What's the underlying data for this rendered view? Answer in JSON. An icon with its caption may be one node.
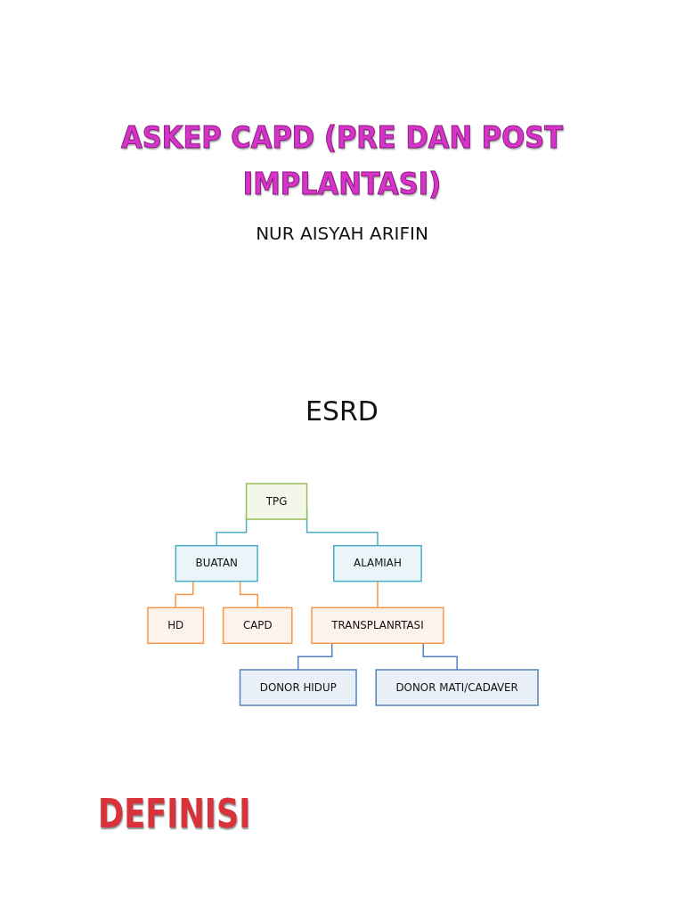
{
  "diagram": {
    "title": "ASKEP CAPD (PRE DAN POST IMPLANTASI)",
    "nodes": [
      {
        "text": [
          "TPG"
        ]
      },
      {
        "text": [
          "BUATAN"
        ]
      },
      {
        "text": [
          "ALAMIAH"
        ]
      },
      {
        "text": [
          "HD"
        ]
      },
      {
        "text": [
          "CAPD"
        ]
      },
      {
        "text": [
          "TRANSPLANRTASI"
        ]
      },
      {
        "text": [
          "DONOR HIDUP"
        ]
      },
      {
        "text": [
          "DONOR MATI/CADAVER"
        ]
      }
    ],
    "edges": [
      {
        "from": 0,
        "to": 1,
        "arrow": "none",
        "color": "#4bacc6"
      },
      {
        "from": 0,
        "to": 2,
        "arrow": "none",
        "color": "#4bacc6"
      },
      {
        "from": 1,
        "to": 3,
        "arrow": "none",
        "color": "#f79646"
      },
      {
        "from": 1,
        "to": 4,
        "arrow": "none",
        "color": "#f79646"
      },
      {
        "from": 2,
        "to": 5,
        "arrow": "none",
        "color": "#f79646"
      },
      {
        "from": 5,
        "to": 6,
        "arrow": "none",
        "color": "#4f81bd"
      },
      {
        "from": 5,
        "to": 7,
        "arrow": "none",
        "color": "#4f81bd"
      }
    ],
    "labels": [
      "NUR AISYAH ARIFIN",
      "ESRD",
      "DEFINISI"
    ]
  }
}
